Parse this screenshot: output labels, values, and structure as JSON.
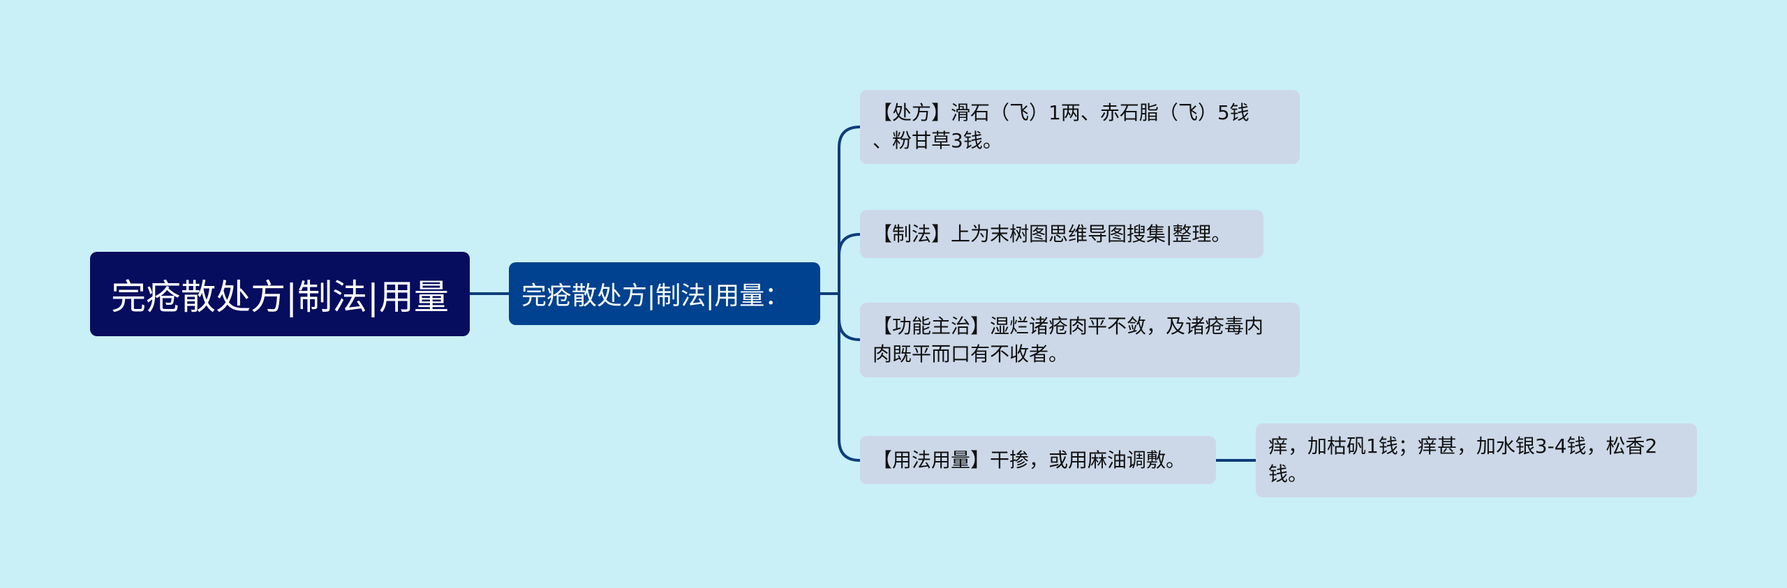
{
  "root": {
    "label": "完疮散处方|制法|用量"
  },
  "main": {
    "label": "完疮散处方|制法|用量："
  },
  "branches": [
    {
      "lines": [
        "【处方】滑石（飞）1两、赤石脂（飞）5钱",
        "、粉甘草3钱。"
      ]
    },
    {
      "lines": [
        "【制法】上为末树图思维导图搜集|整理。"
      ]
    },
    {
      "lines": [
        "【功能主治】湿烂诸疮肉平不敛，及诸疮毒内",
        "肉既平而口有不收者。"
      ]
    },
    {
      "lines": [
        "【用法用量】干掺，或用麻油调敷。"
      ]
    }
  ],
  "sub_branch": {
    "lines": [
      "痒，加枯矾1钱；痒甚，加水银3-4钱，松香2",
      "钱。"
    ]
  },
  "colors": {
    "background": "#c9eff7",
    "root_fill": "#060c5e",
    "main_fill": "#00428f",
    "leaf_fill": "#ccd8e8",
    "connector": "#0f3d7a"
  }
}
